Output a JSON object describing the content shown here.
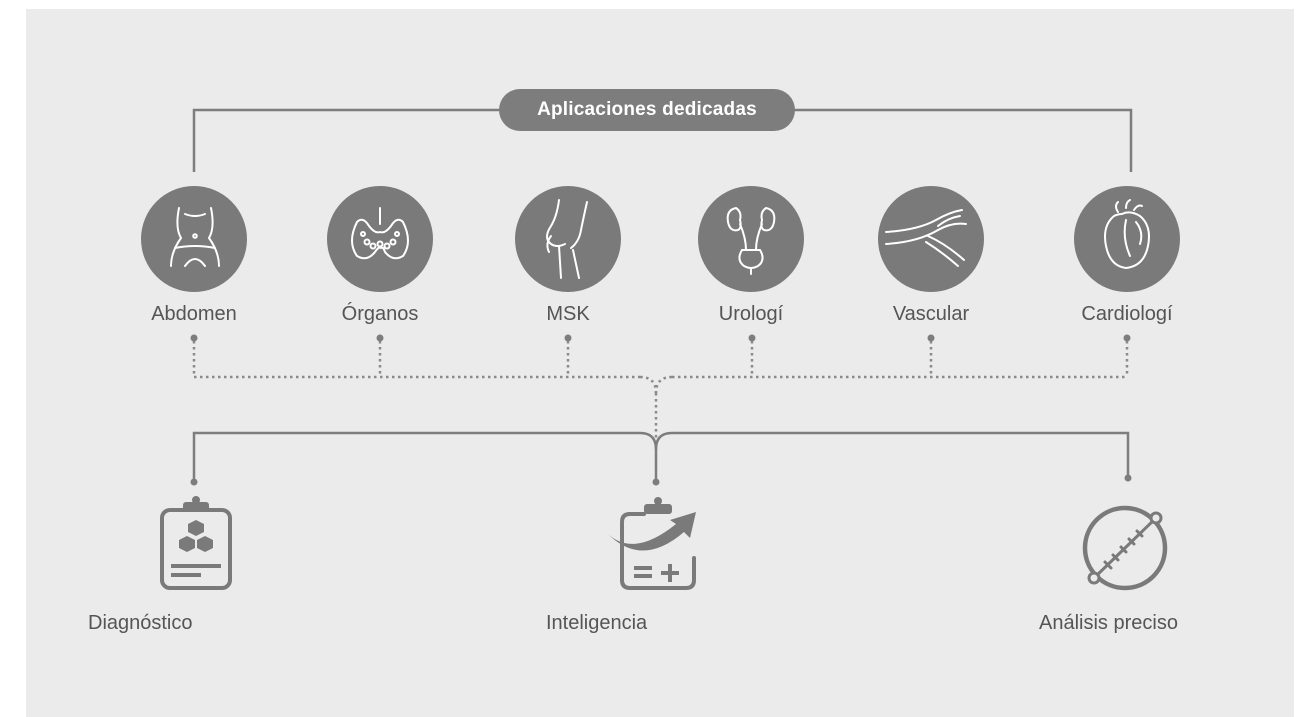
{
  "header": {
    "title": "Aplicaciones dedicadas"
  },
  "categories": [
    {
      "label": "Abdomen",
      "icon": "abdomen-icon"
    },
    {
      "label": "Órganos",
      "icon": "thyroid-icon"
    },
    {
      "label": "MSK",
      "icon": "knee-icon"
    },
    {
      "label": "Urologí",
      "icon": "urinary-system-icon"
    },
    {
      "label": "Vascular",
      "icon": "blood-vessel-icon"
    },
    {
      "label": "Cardiologí",
      "icon": "heart-icon"
    }
  ],
  "outputs": [
    {
      "label": "Diagnóstico",
      "icon": "clipboard-cubes-icon"
    },
    {
      "label": "Inteligencia",
      "icon": "clipboard-arrow-icon"
    },
    {
      "label": "Análisis preciso",
      "icon": "caliper-measure-icon"
    }
  ],
  "colors": {
    "background": "#ebebeb",
    "accent": "#7a7a7a",
    "line": "#7d7d7d",
    "text": "#555555"
  }
}
